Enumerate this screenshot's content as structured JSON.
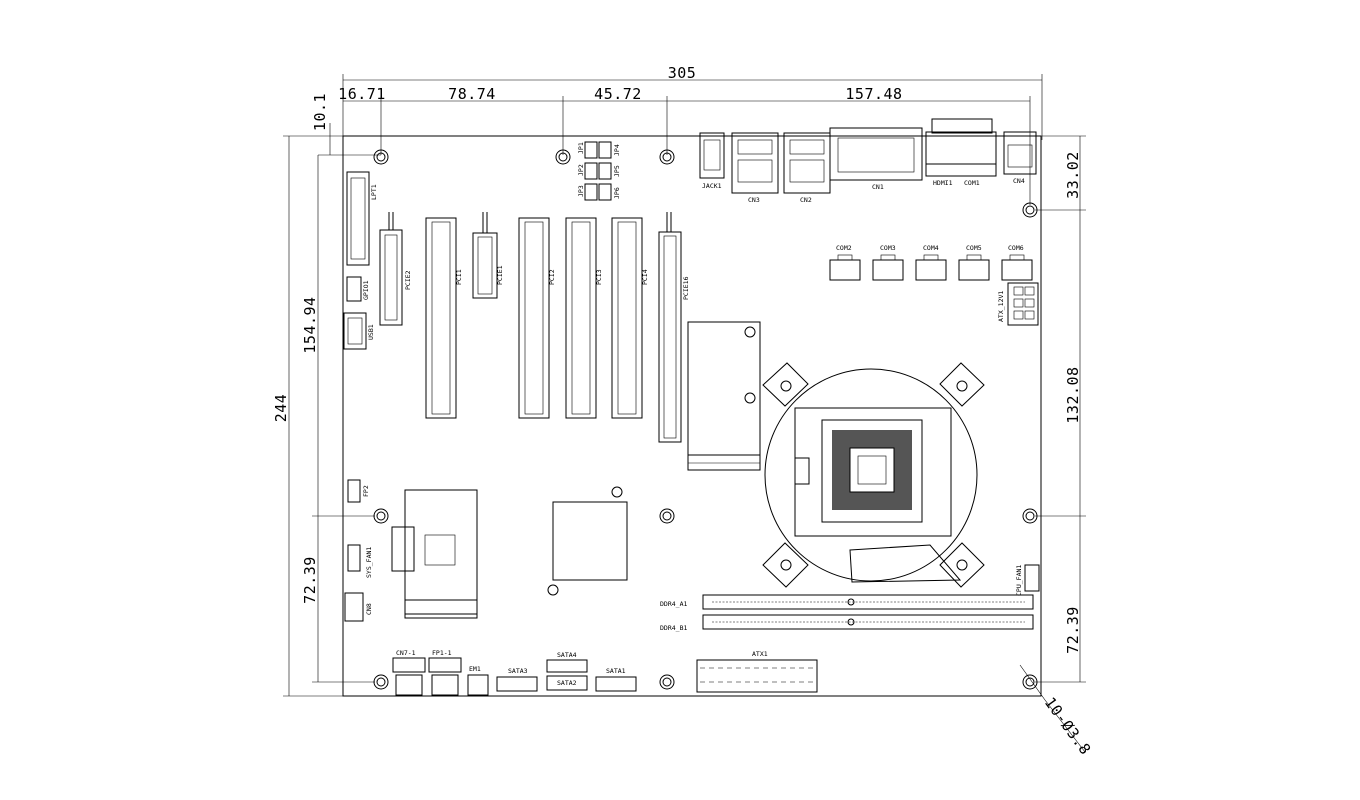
{
  "dimensions": {
    "total_width": "305",
    "d1": "16.71",
    "d2": "78.74",
    "d3": "45.72",
    "d4": "157.48",
    "top_margin": "10.1",
    "total_height": "244",
    "left_upper": "154.94",
    "left_lower": "72.39",
    "right_top": "33.02",
    "right_mid": "132.08",
    "right_bottom": "72.39",
    "hole_spec": "10-Ø3.8"
  },
  "connectors": {
    "lpt1": "LPT1",
    "pcie2": "PCIE2",
    "pci1": "PCI1",
    "pcie1": "PCIE1",
    "pci2": "PCI2",
    "pci3": "PCI3",
    "pci4": "PCI4",
    "pcie16": "PCIE16",
    "gpio1": "GPIO1",
    "usb1": "USB1",
    "fp2": "FP2",
    "sys_fan1": "SYS_FAN1",
    "cn8": "CN8",
    "cn7": "CN7-1",
    "fp1": "FP1-1",
    "em1": "EM1",
    "sata3": "SATA3",
    "sata4": "SATA4",
    "sata2": "SATA2",
    "sata1": "SATA1",
    "atx1": "ATX1",
    "ddr4_a1": "DDR4_A1",
    "ddr4_b1": "DDR4_B1",
    "cpu_fan1": "CPU_FAN1",
    "atx_12v1": "ATX_12V1",
    "com2": "COM2",
    "com3": "COM3",
    "com4": "COM4",
    "com5": "COM5",
    "com6": "COM6",
    "jack1": "JACK1",
    "cn3": "CN3",
    "cn2": "CN2",
    "cn1": "CN1",
    "hdmi1": "HDMI1",
    "com1": "COM1",
    "cn4": "CN4",
    "jp1": "JP1",
    "jp2": "JP2",
    "jp3": "JP3",
    "jp4": "JP4",
    "jp5": "JP5",
    "jp6": "JP6"
  }
}
